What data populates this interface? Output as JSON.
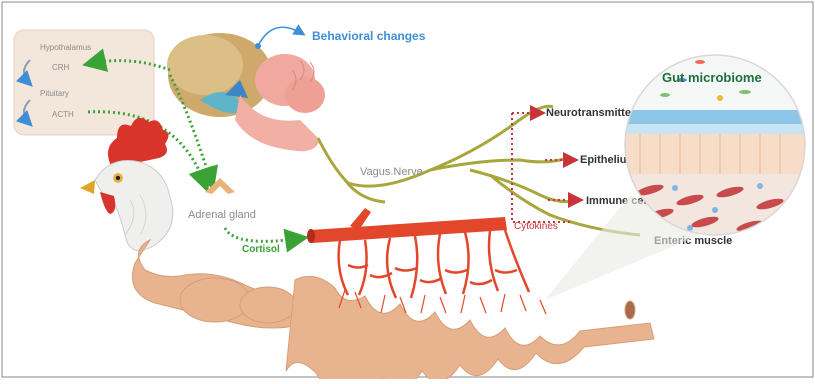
{
  "hpa_box": {
    "hypothalamus": "Hypothalamus",
    "crh": "CRH",
    "pituitary": "Pituitary",
    "acth": "ACTH"
  },
  "labels": {
    "behavioral_changes": "Behavioral changes",
    "vagus_nerve": "Vagus.Nerve",
    "adrenal_gland": "Adrenal gland",
    "cortisol": "Cortisol",
    "neurotransmitters": "Neurotransmitters",
    "epithelium": "Epithelium",
    "immune_cells": "Immune cells",
    "cytokines": "Cytokines",
    "enteric_muscle": "Enteric muscle",
    "gut_microbiome": "Gut microbiome"
  },
  "colors": {
    "green_arrow": "#3aa335",
    "blue_label": "#3f8fd6",
    "red_vessel": "#e2472b",
    "intestine": "#e8b490",
    "brain": "#f0a89f",
    "nerve": "#a8a73c",
    "cytokine_red": "#c8343a"
  }
}
